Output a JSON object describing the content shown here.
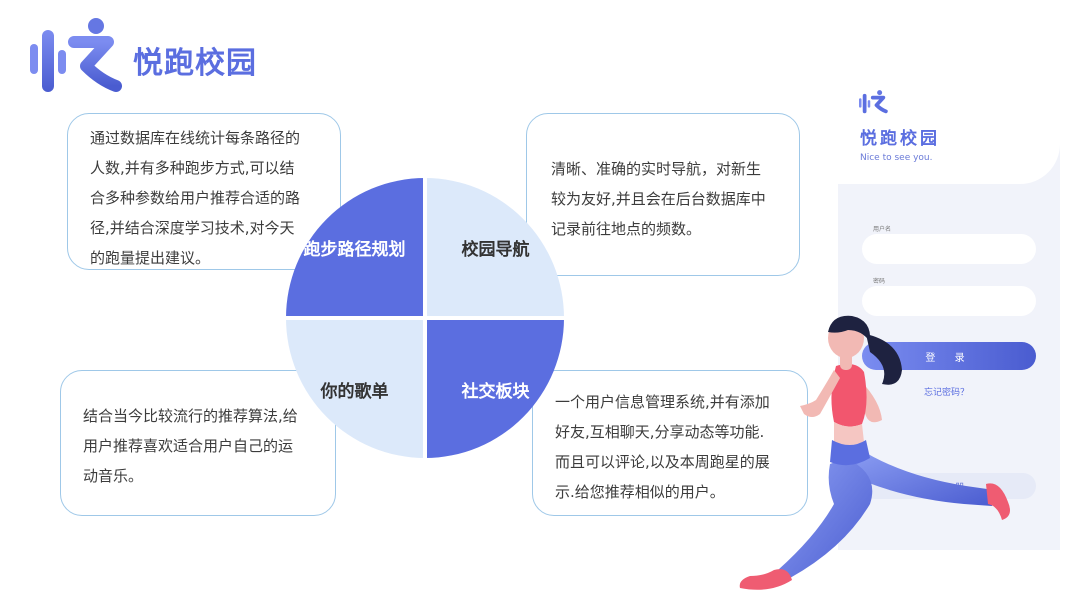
{
  "brand": {
    "name": "悦跑校园",
    "logo_icon": "yuepao-logo-icon"
  },
  "pie": {
    "top_left": "跑步路径规划",
    "top_right": "校园导航",
    "bottom_left": "你的歌单",
    "bottom_right": "社交板块"
  },
  "cards": {
    "top_left": [
      "通过数据库在线统计每条路径的",
      "人数,并有多种跑步方式,可以结",
      "合多种参数给用户推荐合适的路",
      "径,并结合深度学习技术,对今天",
      "的跑量提出建议。"
    ],
    "top_right": [
      "清晰、准确的实时导航，对新生",
      "较为友好,并且会在后台数据库中",
      "记录前往地点的频数。"
    ],
    "bottom_left": [
      "结合当今比较流行的推荐算法,给",
      "用户推荐喜欢适合用户自己的运",
      "动音乐。"
    ],
    "bottom_right": [
      "一个用户信息管理系统,并有添加",
      "好友,互相聊天,分享动态等功能.",
      "而且可以评论,以及本周跑星的展",
      "示.给您推荐相似的用户。"
    ]
  },
  "phone": {
    "app_name": "悦跑校园",
    "tagline": "Nice to see you.",
    "username_label": "用户名",
    "password_label": "密码",
    "login_label": "登 录",
    "forgot_label": "忘记密码？",
    "register_label": "注 册"
  },
  "colors": {
    "accent": "#5b6ee0",
    "light": "#dce9fa",
    "border": "#9fc8e8",
    "runner_top": "#f2566e"
  },
  "illustration": "runner-illustration"
}
